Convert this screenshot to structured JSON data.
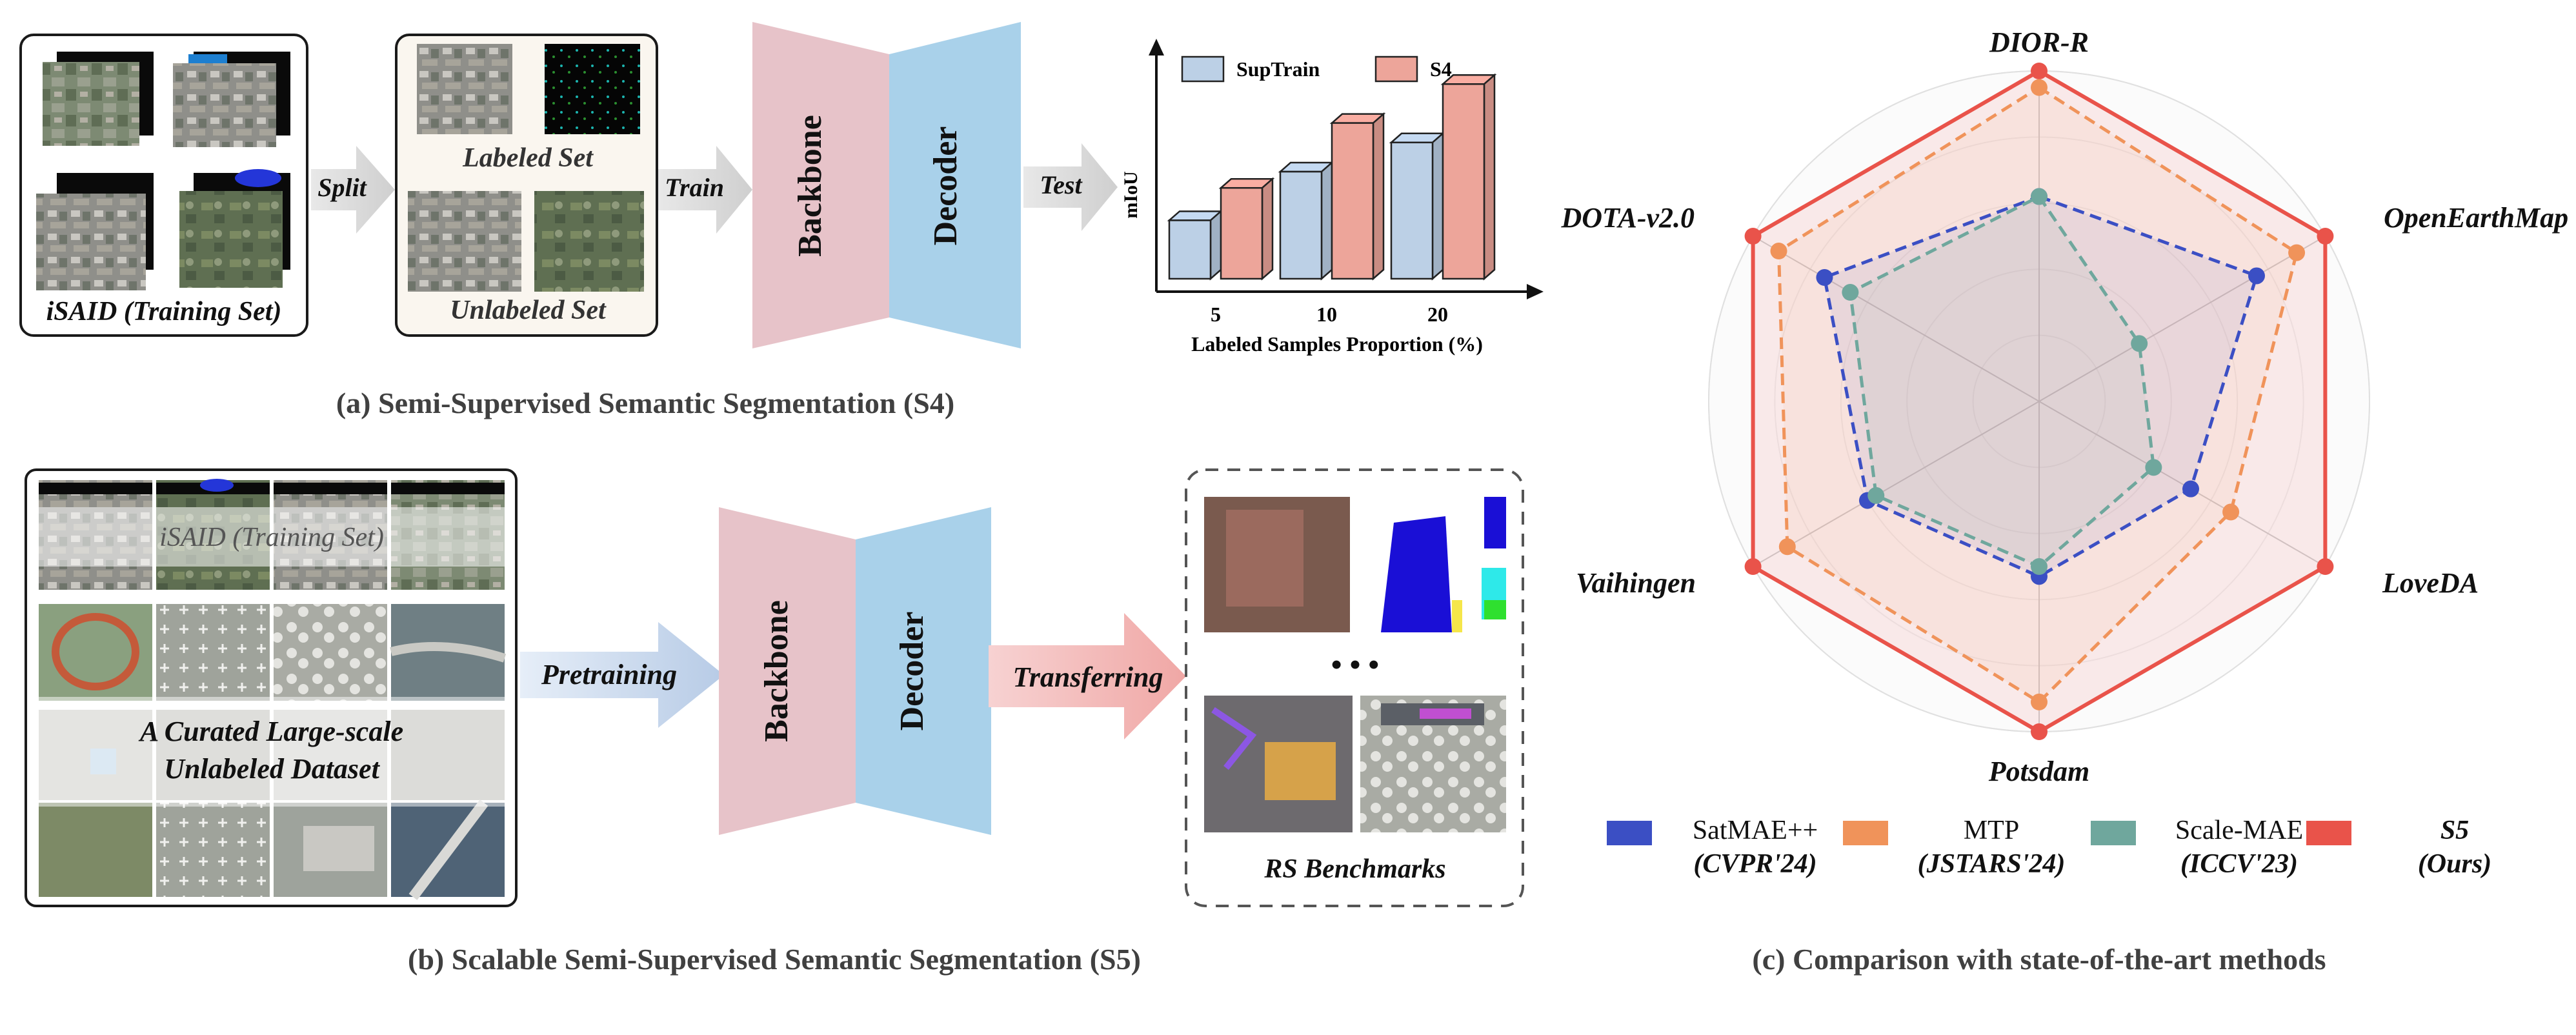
{
  "panel_a": {
    "caption": "(a) Semi-Supervised Semantic Segmentation (S4)",
    "source_label": "iSAID (Training Set)",
    "split_label": "Split",
    "labeled_label": "Labeled Set",
    "unlabeled_label": "Unlabeled Set",
    "train_label": "Train",
    "backbone_label": "Backbone",
    "decoder_label": "Decoder",
    "test_label": "Test"
  },
  "panel_b": {
    "caption": "(b) Scalable Semi-Supervised Semantic Segmentation (S5)",
    "source_label": "iSAID (Training Set)",
    "curated_line1": "A Curated Large-scale",
    "curated_line2": "Unlabeled Dataset",
    "pretraining_label": "Pretraining",
    "backbone_label": "Backbone",
    "decoder_label": "Decoder",
    "transferring_label": "Transferring",
    "benchmarks_label": "RS Benchmarks",
    "ellipsis": "• • •"
  },
  "panel_c": {
    "caption": "(c) Comparison with state-of-the-art methods"
  },
  "colors": {
    "suptrain": "#bcd0e6",
    "s4": "#eda59a",
    "backbone": "#e7c3c9",
    "decoder": "#a9d1ea",
    "satmae": "#3b4fc4",
    "mtp": "#f0935a",
    "scalemae": "#6fa79d",
    "s5": "#e9534a"
  },
  "chart_data": [
    {
      "type": "bar",
      "title": "",
      "xlabel": "Labeled Samples Proportion (%)",
      "ylabel": "mIoU",
      "categories": [
        "5",
        "10",
        "20"
      ],
      "series": [
        {
          "name": "SupTrain",
          "values": [
            0.18,
            0.33,
            0.42
          ]
        },
        {
          "name": "S4",
          "values": [
            0.28,
            0.48,
            0.6
          ]
        }
      ],
      "ylim": [
        0,
        0.7
      ],
      "legend": "top",
      "grid": false
    },
    {
      "type": "radar",
      "title": "",
      "axes": [
        "DIOR-R",
        "OpenEarthMap",
        "LoveDA",
        "Potsdam",
        "Vaihingen",
        "DOTA-v2.0"
      ],
      "rlim": [
        0,
        1
      ],
      "series": [
        {
          "name": "SatMAE++",
          "sub": "(CVPR'24)",
          "values": [
            0.62,
            0.76,
            0.53,
            0.53,
            0.6,
            0.75
          ]
        },
        {
          "name": "MTP",
          "sub": "(JSTARS'24)",
          "values": [
            0.95,
            0.9,
            0.67,
            0.91,
            0.88,
            0.91
          ]
        },
        {
          "name": "Scale-MAE",
          "sub": "(ICCV'23)",
          "values": [
            0.62,
            0.35,
            0.4,
            0.5,
            0.57,
            0.66
          ]
        },
        {
          "name": "S5",
          "sub": "(Ours)",
          "values": [
            1.0,
            1.0,
            1.0,
            1.0,
            1.0,
            1.0
          ]
        }
      ],
      "legend": "bottom",
      "grid": true
    }
  ]
}
